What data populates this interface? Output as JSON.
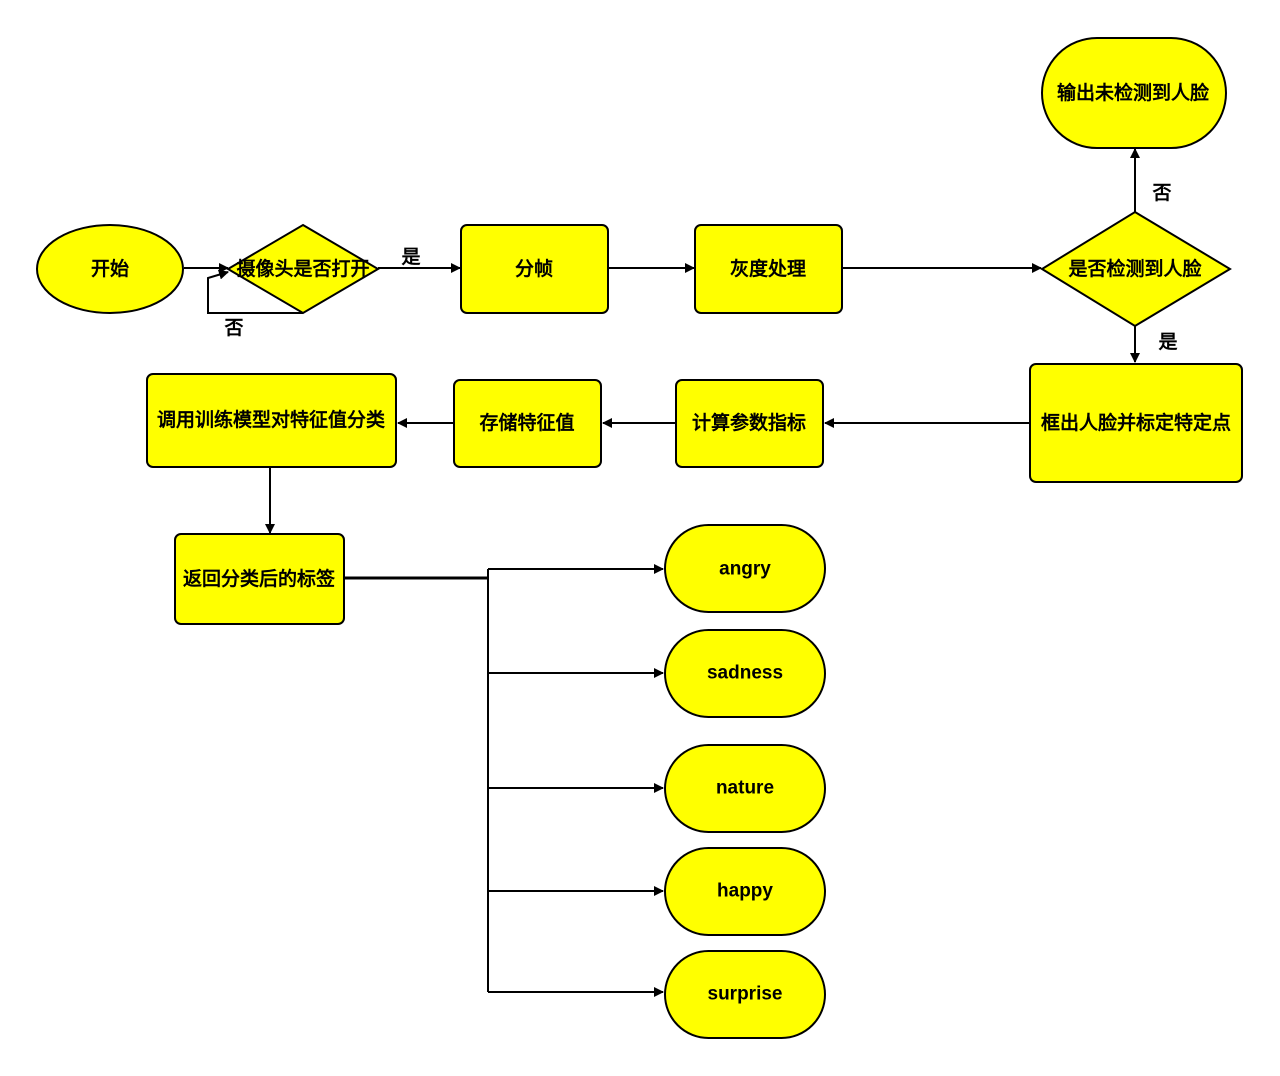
{
  "nodes": {
    "start": "开始",
    "camera_check": "摄像头是否打开",
    "split_frames": "分帧",
    "grayscale": "灰度处理",
    "face_check": "是否检测到人脸",
    "no_face_output": "输出未检测到人脸",
    "mark_face": "框出人脸并标定特定点",
    "compute_params": "计算参数指标",
    "store_features": "存储特征值",
    "classify": "调用训练模型对特征值分类",
    "return_label": "返回分类后的标签"
  },
  "labels": [
    "angry",
    "sadness",
    "nature",
    "happy",
    "surprise"
  ],
  "edge_labels": {
    "camera_yes": "是",
    "camera_no": "否",
    "face_no": "否",
    "face_yes": "是"
  },
  "colors": {
    "node_fill": "#ffff00",
    "stroke": "#000000",
    "background": "#ffffff"
  }
}
